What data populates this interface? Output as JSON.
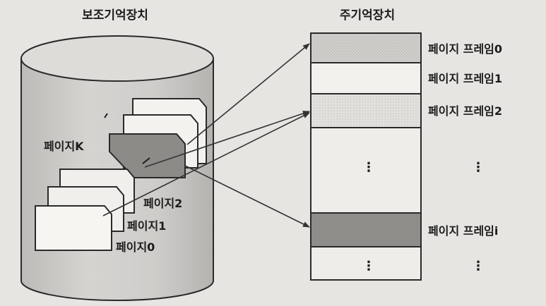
{
  "secondary_storage": {
    "title": "보조기억장치",
    "page_labels": {
      "page_k": "페이지K",
      "page_2": "페이지2",
      "page_1": "페이지1",
      "page_0": "페이지0"
    }
  },
  "main_memory": {
    "title": "주기억장치",
    "frame_labels": {
      "frame_0": "페이지 프레임0",
      "frame_1": "페이지 프레임1",
      "frame_2": "페이지 프레임2",
      "frame_i": "페이지 프레임i"
    },
    "ellipsis": "⋮"
  }
}
